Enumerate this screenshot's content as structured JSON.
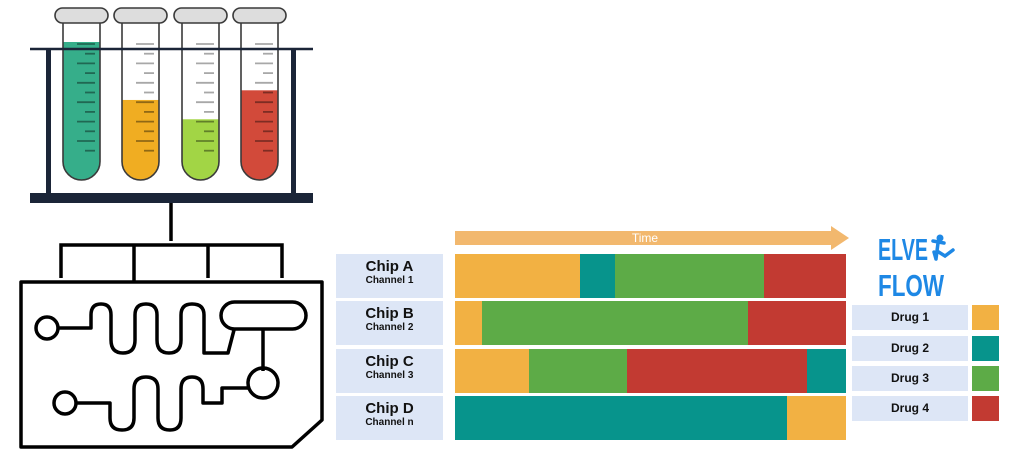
{
  "timeline": {
    "label": "Time",
    "arrow_color": "#f2b86e"
  },
  "logo": {
    "line1": "ELVE",
    "line2": "FLOW",
    "color": "#1e88e5"
  },
  "reservoirs": [
    {
      "name": "tube-1",
      "color": "#36ae8a",
      "fill_fraction": 1.0
    },
    {
      "name": "tube-2",
      "color": "#f0ad22",
      "fill_fraction": 0.58
    },
    {
      "name": "tube-3",
      "color": "#a2d545",
      "fill_fraction": 0.44
    },
    {
      "name": "tube-4",
      "color": "#d24a3a",
      "fill_fraction": 0.65
    }
  ],
  "chips": [
    {
      "title": "Chip A",
      "channel": "Channel 1"
    },
    {
      "title": "Chip B",
      "channel": "Channel 2"
    },
    {
      "title": "Chip C",
      "channel": "Channel 3"
    },
    {
      "title": "Chip D",
      "channel": "Channel n"
    }
  ],
  "drugs": [
    {
      "label": "Drug 1",
      "color": "#f2b143"
    },
    {
      "label": "Drug 2",
      "color": "#07948c"
    },
    {
      "label": "Drug 3",
      "color": "#5dab47"
    },
    {
      "label": "Drug 4",
      "color": "#c23a32"
    }
  ],
  "chart_data": {
    "type": "bar",
    "orientation": "horizontal-stacked",
    "xlabel": "Time",
    "categories": [
      "Chip A / Channel 1",
      "Chip B / Channel 2",
      "Chip C / Channel 3",
      "Chip D / Channel n"
    ],
    "total_units": 100,
    "sequences": [
      [
        {
          "drug": "Drug 1",
          "duration": 32
        },
        {
          "drug": "Drug 2",
          "duration": 9
        },
        {
          "drug": "Drug 3",
          "duration": 38
        },
        {
          "drug": "Drug 4",
          "duration": 21
        }
      ],
      [
        {
          "drug": "Drug 1",
          "duration": 7
        },
        {
          "drug": "Drug 3",
          "duration": 68
        },
        {
          "drug": "Drug 4",
          "duration": 25
        }
      ],
      [
        {
          "drug": "Drug 1",
          "duration": 19
        },
        {
          "drug": "Drug 3",
          "duration": 25
        },
        {
          "drug": "Drug 4",
          "duration": 46
        },
        {
          "drug": "Drug 2",
          "duration": 10
        }
      ],
      [
        {
          "drug": "Drug 2",
          "duration": 85
        },
        {
          "drug": "Drug 1",
          "duration": 15
        }
      ]
    ],
    "legend": [
      "Drug 1",
      "Drug 2",
      "Drug 3",
      "Drug 4"
    ],
    "legend_position": "right"
  }
}
